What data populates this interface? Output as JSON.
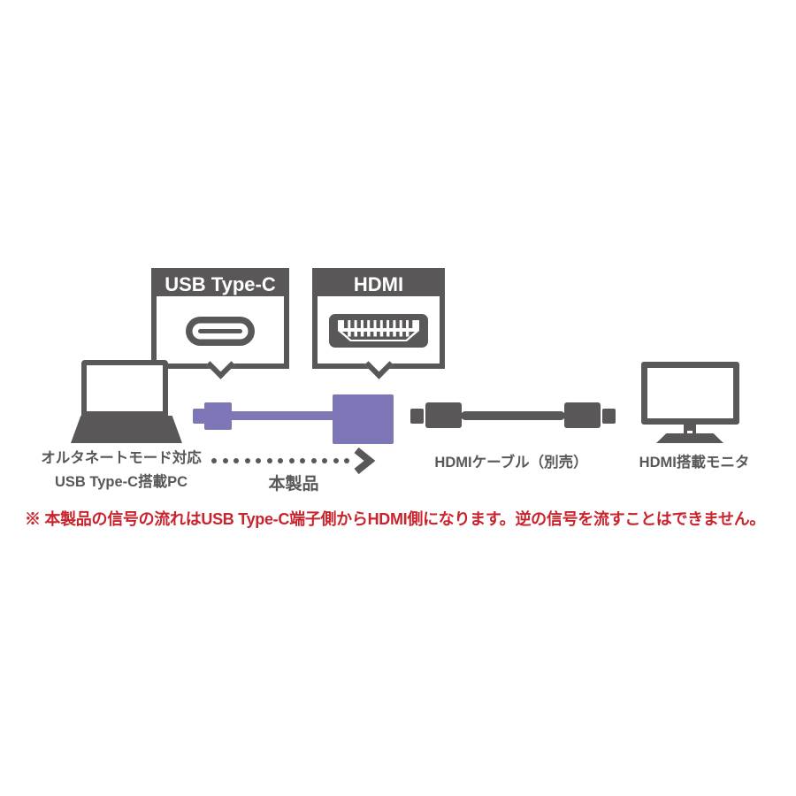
{
  "colors": {
    "dark_gray": "#595757",
    "product_purple": "#7d76b7",
    "caution_red": "#c9242d",
    "background": "#ffffff"
  },
  "callouts": {
    "usb_label": "USB Type-C",
    "hdmi_label": "HDMI"
  },
  "labels": {
    "pc_line1": "オルタネートモード対応",
    "pc_line2": "USB Type-C搭載PC",
    "product": "本製品",
    "cable": "HDMIケーブル（別売）",
    "monitor": "HDMI搭載モニタ"
  },
  "note": "※ 本製品の信号の流れはUSB Type-C端子側からHDMI側になります。逆の信号を流すことはできません。",
  "icons": {
    "usb_c_port": "usb-c-port-icon",
    "hdmi_port": "hdmi-port-icon",
    "laptop": "laptop-icon",
    "usb_c_plug": "usb-c-plug-icon",
    "adapter": "adapter-box-icon",
    "hdmi_cable": "hdmi-cable-icon",
    "monitor": "monitor-icon",
    "signal_flow_arrow": "dotted-arrow-icon"
  }
}
